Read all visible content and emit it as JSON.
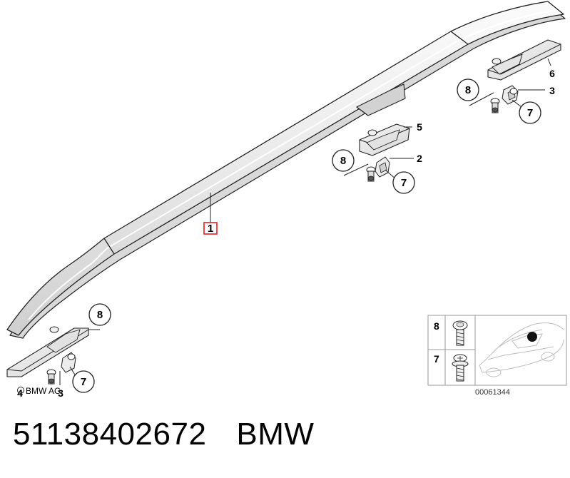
{
  "diagram": {
    "callouts": {
      "part_1": "1",
      "part_2": "2",
      "part_3_top": "3",
      "part_3_bottom": "3",
      "part_4": "4",
      "part_5": "5",
      "part_6": "6",
      "part_7_a": "7",
      "part_7_b": "7",
      "part_7_c": "7",
      "part_8_a": "8",
      "part_8_b": "8",
      "part_8_c": "8"
    },
    "maker_stamp": "BMW AG",
    "inset": {
      "row_top_label": "8",
      "row_bottom_label": "7",
      "image_code": "00061344"
    }
  },
  "footer": {
    "part_number": "51138402672",
    "brand": "BMW"
  }
}
